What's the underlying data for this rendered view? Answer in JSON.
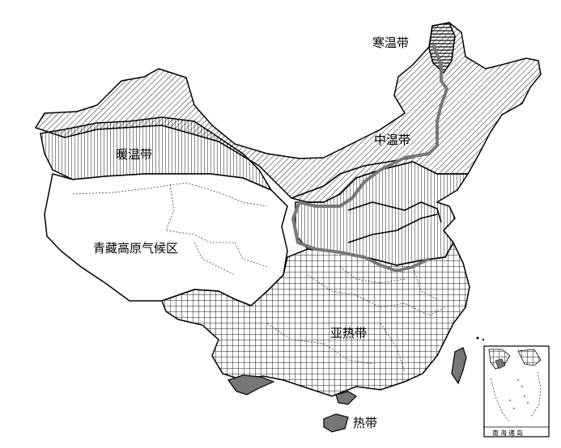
{
  "map": {
    "zone_labels": {
      "cold_temperate": "寒温带",
      "mid_temperate": "中温带",
      "warm_temperate": "暖温带",
      "subtropical": "亚热带",
      "tropical": "热带",
      "plateau": "青藏高原气候区"
    },
    "inset": {
      "label": "南海诸岛"
    },
    "colors": {
      "outline": "#000000",
      "temperature_zone_boundary": "#777777",
      "tropical_fill": "#777777",
      "background": "#ffffff"
    }
  }
}
